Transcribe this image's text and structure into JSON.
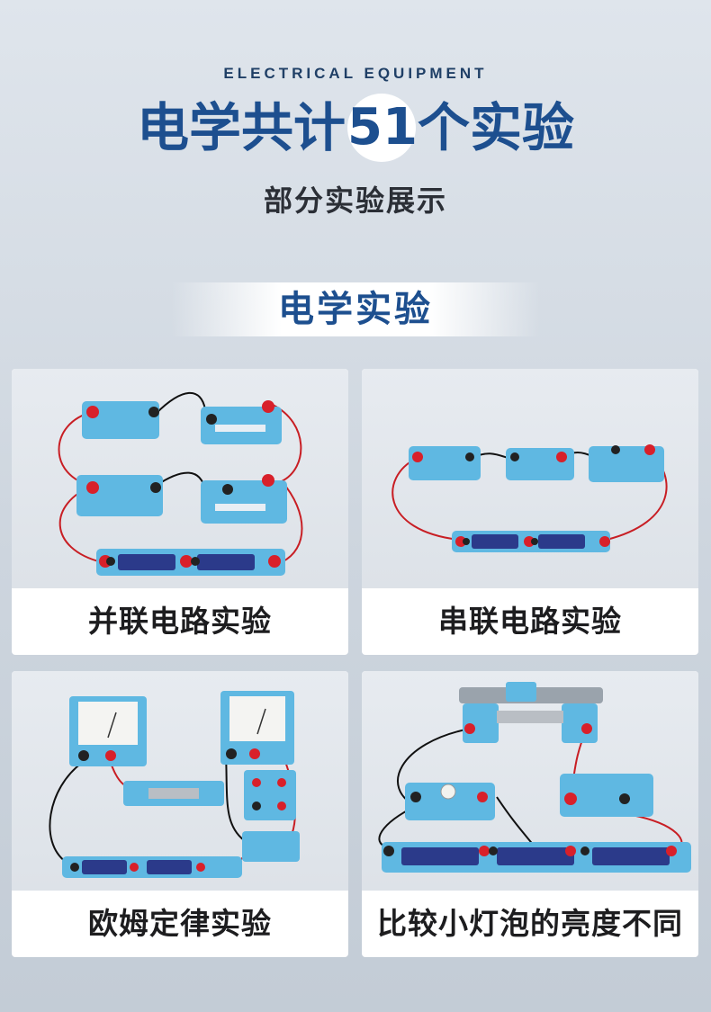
{
  "header": {
    "eyebrow": "ELECTRICAL EQUIPMENT",
    "headline_before": "电学共计",
    "headline_number": "51",
    "headline_after": "个实验",
    "subtitle": "部分实验展示"
  },
  "section": {
    "title": "电学实验"
  },
  "cards": [
    {
      "label": "并联电路实验"
    },
    {
      "label": "串联电路实验"
    },
    {
      "label": "欧姆定律实验"
    },
    {
      "label": "比较小灯泡的亮度不同"
    }
  ],
  "colors": {
    "title_blue": "#1d4f8f",
    "board_blue": "#5fb8e2",
    "terminal_red": "#d8202a",
    "background": "#cdd5de"
  }
}
